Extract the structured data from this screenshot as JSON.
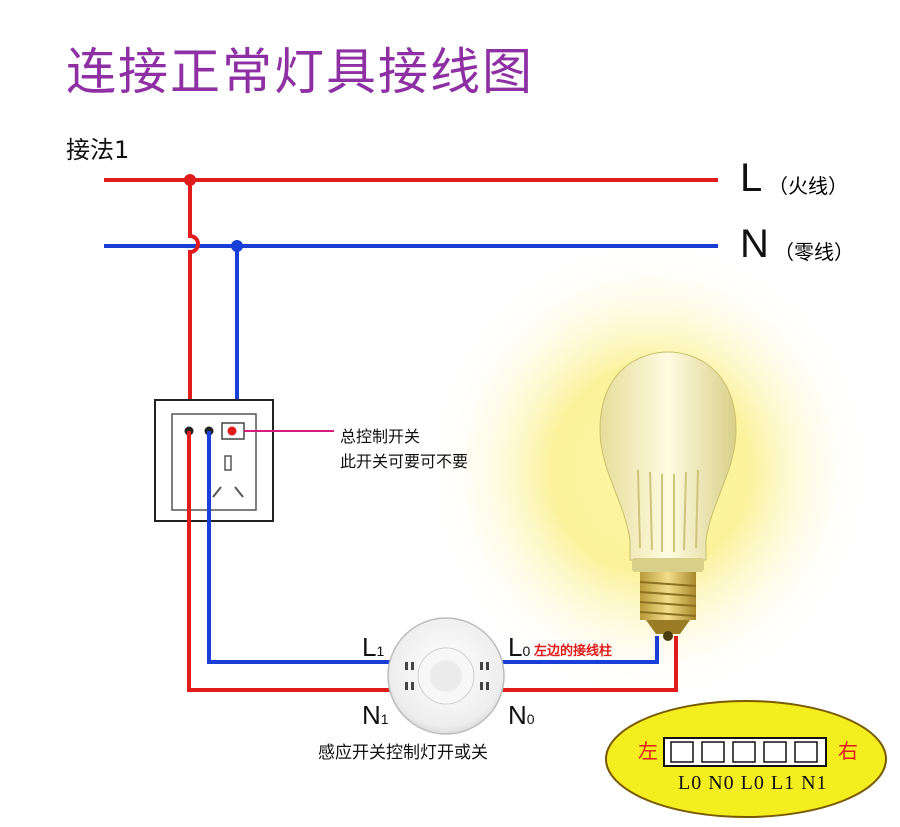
{
  "title": "连接正常灯具接线图",
  "subtitle": "接法1",
  "lines": {
    "live": {
      "letter": "L",
      "note": "（火线）",
      "color": "#e01b1b"
    },
    "neutral": {
      "letter": "N",
      "note": "（零线）",
      "color": "#1a3ed8"
    }
  },
  "switch_note": {
    "line1": "总控制开关",
    "line2": "此开关可要可不要",
    "leader_color": "#d81b79"
  },
  "sensor": {
    "terminals": {
      "L1": {
        "main": "L",
        "sub": "1"
      },
      "L0": {
        "main": "L",
        "sub": "0"
      },
      "N1": {
        "main": "N",
        "sub": "1"
      },
      "N0": {
        "main": "N",
        "sub": "0"
      }
    },
    "left_post_note": "左边的接线柱",
    "caption": "感应开关控制灯开或关"
  },
  "terminal_board": {
    "left": "左",
    "right": "右",
    "pins": [
      "L0",
      "N0",
      "L0",
      "L1",
      "N1"
    ],
    "fill": "#f5ee1e",
    "stroke": "#7a5a00"
  },
  "colors": {
    "title": "#8e2fa3",
    "accent_red": "#e01b1b"
  }
}
